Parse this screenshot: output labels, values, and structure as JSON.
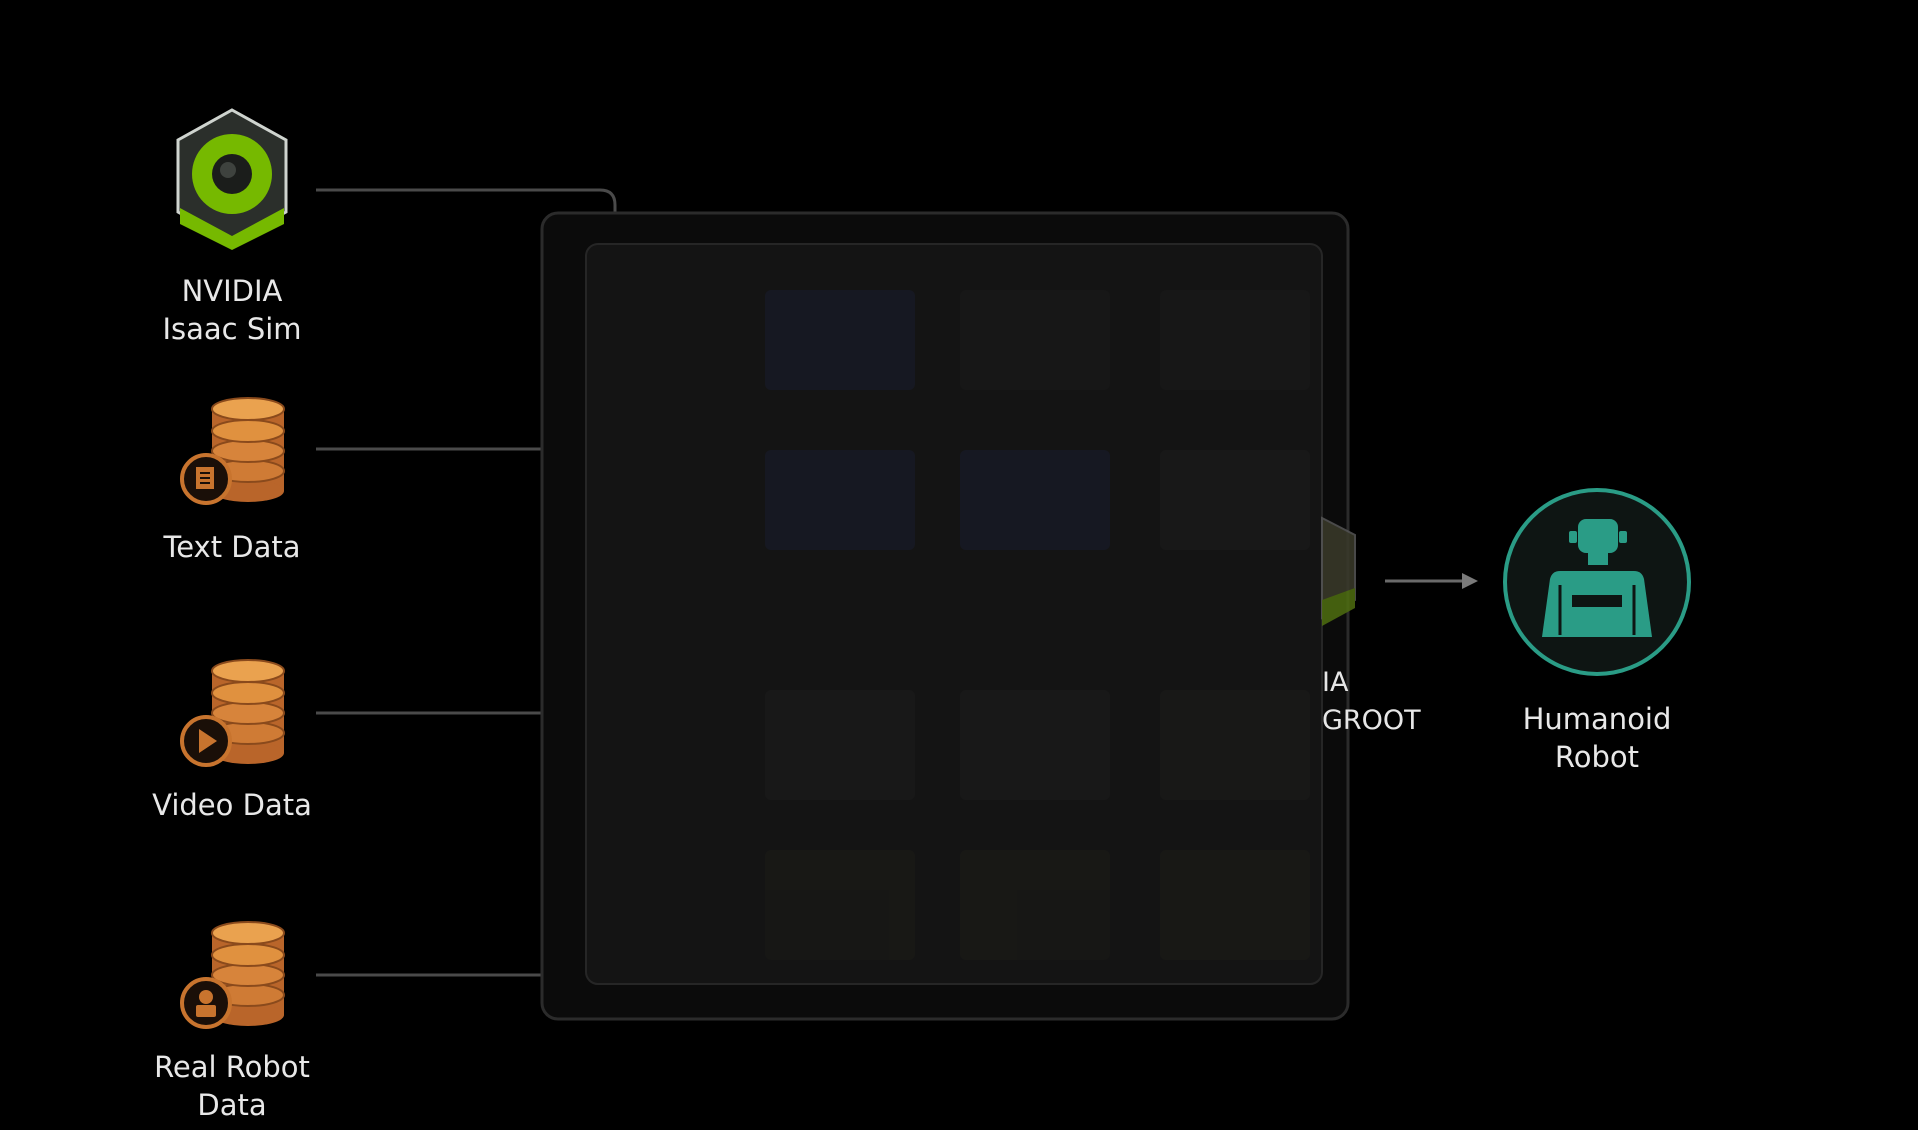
{
  "sources": [
    {
      "id": "isaac-sim",
      "icon": "isaac-sim-logo-icon",
      "line1": "NVIDIA",
      "line2": "Isaac Sim"
    },
    {
      "id": "text-data",
      "icon": "database-document-icon",
      "line1": "Text Data",
      "line2": ""
    },
    {
      "id": "video-data",
      "icon": "database-play-icon",
      "line1": "Video Data",
      "line2": ""
    },
    {
      "id": "real-robot-data",
      "icon": "database-robot-icon",
      "line1": "Real Robot",
      "line2": "Data"
    }
  ],
  "model": {
    "partial_line1": "IA",
    "partial_line2": "GROOT",
    "icon": "groot-cube-icon"
  },
  "output": {
    "line1": "Humanoid",
    "line2": "Robot",
    "icon": "humanoid-robot-icon"
  },
  "colors": {
    "background": "#000000",
    "isaac_green": "#76b900",
    "data_orange": "#c8742e",
    "robot_teal": "#2a9c86",
    "connector": "#4a4a4a",
    "panel": "#121212"
  }
}
